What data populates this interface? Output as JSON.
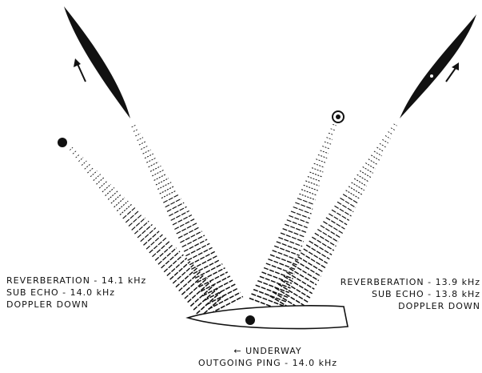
{
  "labels": {
    "left": {
      "reverberation": "REVERBERATION - 14.1 kHz",
      "sub_echo": "SUB ECHO - 14.0 kHz",
      "doppler": "DOPPLER DOWN"
    },
    "right": {
      "reverberation": "REVERBERATION - 13.9 kHz",
      "sub_echo": "SUB ECHO - 13.8 kHz",
      "doppler": "DOPPLER DOWN"
    },
    "ship": {
      "underway": "← UNDERWAY",
      "outgoing_ping": "OUTGOING PING - 14.0 kHz"
    }
  },
  "colors": {
    "ink": "#111111",
    "background": "#ffffff"
  }
}
